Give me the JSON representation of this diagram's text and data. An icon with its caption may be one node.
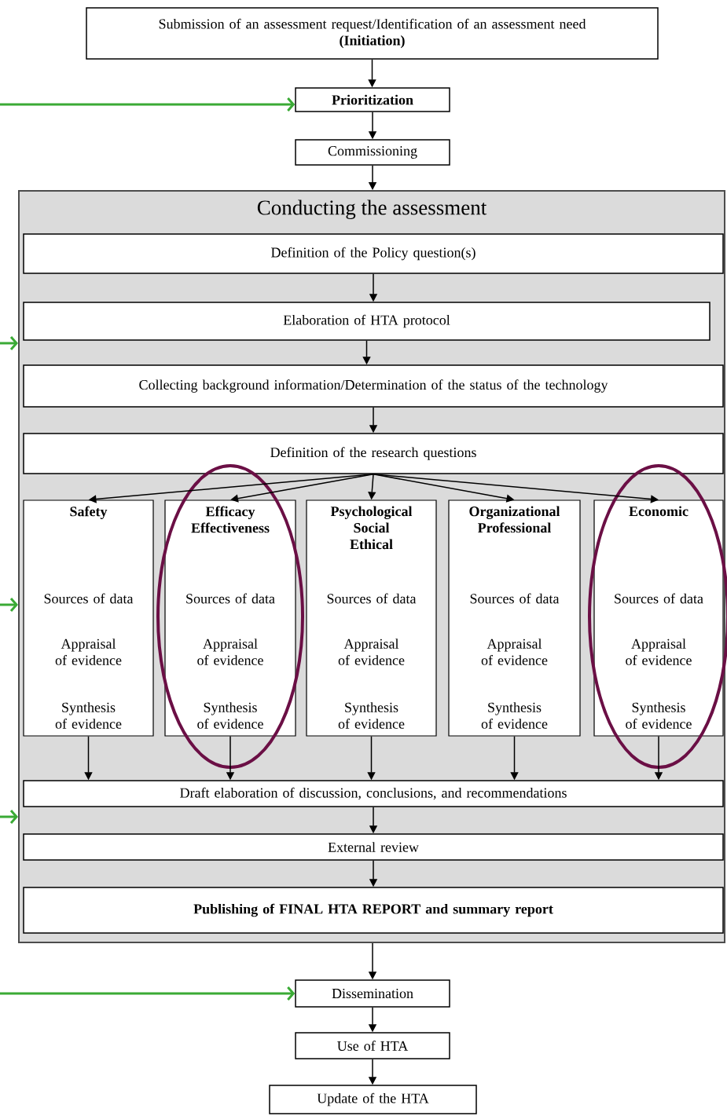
{
  "diagram": {
    "nodes": [
      {
        "text": [
          "Submission of an assessment request/Identification of an assessment need",
          "(Initiation)"
        ]
      },
      {
        "text": [
          "Prioritization"
        ]
      },
      {
        "text": [
          "Commissioning"
        ]
      },
      {
        "text": [
          "Conducting the assessment"
        ]
      },
      {
        "text": [
          "Definition of the Policy question(s)"
        ],
        "in": 3
      },
      {
        "text": [
          "Elaboration of HTA protocol"
        ],
        "in": 3
      },
      {
        "text": [
          "Collecting background information/Determination of the status of the technology"
        ],
        "in": 3
      },
      {
        "text": [
          "Definition of the research questions"
        ],
        "in": 3
      },
      {
        "text": [
          "Safety",
          "Sources of data",
          "Appraisal of evidence",
          "Synthesis of evidence"
        ],
        "in": 3
      },
      {
        "text": [
          "Efficacy Effectiveness",
          "Sources of data",
          "Appraisal of evidence",
          "Synthesis of evidence"
        ],
        "in": 3
      },
      {
        "text": [
          "Psychological Social Ethical",
          "Sources of data",
          "Appraisal of evidence",
          "Synthesis of evidence"
        ],
        "in": 3
      },
      {
        "text": [
          "Organizational Professional",
          "Sources of data",
          "Appraisal of evidence",
          "Synthesis of evidence"
        ],
        "in": 3
      },
      {
        "text": [
          "Economic",
          "Sources of data",
          "Appraisal of evidence",
          "Synthesis of evidence"
        ],
        "in": 3
      },
      {
        "text": [
          "Draft elaboration of discussion, conclusions, and recommendations"
        ],
        "in": 3
      },
      {
        "text": [
          "External review"
        ],
        "in": 3
      },
      {
        "text": [
          "Publishing of FINAL HTA REPORT and summary report"
        ],
        "in": 3
      },
      {
        "text": [
          "Dissemination"
        ]
      },
      {
        "text": [
          "Use of HTA"
        ]
      },
      {
        "text": [
          "Update of the HTA"
        ]
      }
    ],
    "edges": [
      {
        "from": 0,
        "to": 1,
        "arrow": "to"
      },
      {
        "from": 1,
        "to": 2,
        "arrow": "to"
      },
      {
        "from": 2,
        "to": 3,
        "arrow": "to"
      },
      {
        "from": 4,
        "to": 5,
        "arrow": "to"
      },
      {
        "from": 5,
        "to": 6,
        "arrow": "to"
      },
      {
        "from": 6,
        "to": 7,
        "arrow": "to"
      },
      {
        "from": 7,
        "to": 8,
        "arrow": "to"
      },
      {
        "from": 7,
        "to": 9,
        "arrow": "to"
      },
      {
        "from": 7,
        "to": 10,
        "arrow": "to"
      },
      {
        "from": 7,
        "to": 11,
        "arrow": "to"
      },
      {
        "from": 7,
        "to": 12,
        "arrow": "to"
      },
      {
        "from": 8,
        "to": 13,
        "arrow": "to"
      },
      {
        "from": 9,
        "to": 13,
        "arrow": "to"
      },
      {
        "from": 10,
        "to": 13,
        "arrow": "to"
      },
      {
        "from": 11,
        "to": 13,
        "arrow": "to"
      },
      {
        "from": 12,
        "to": 13,
        "arrow": "to"
      },
      {
        "from": 13,
        "to": 14,
        "arrow": "to"
      },
      {
        "from": 14,
        "to": 15,
        "arrow": "to"
      },
      {
        "from": 3,
        "to": 16,
        "arrow": "to"
      },
      {
        "from": 16,
        "to": 17,
        "arrow": "to"
      },
      {
        "from": 17,
        "to": 18,
        "arrow": "to"
      },
      {
        "from": null,
        "to": 1,
        "arrow": "to",
        "color": "#3aaa35"
      },
      {
        "from": null,
        "to": 3,
        "arrow": "to",
        "color": "#3aaa35"
      },
      {
        "from": null,
        "to": 3,
        "arrow": "to",
        "color": "#3aaa35"
      },
      {
        "from": null,
        "to": 3,
        "arrow": "to",
        "color": "#3aaa35"
      },
      {
        "from": null,
        "to": 16,
        "arrow": "to",
        "color": "#3aaa35"
      }
    ]
  }
}
